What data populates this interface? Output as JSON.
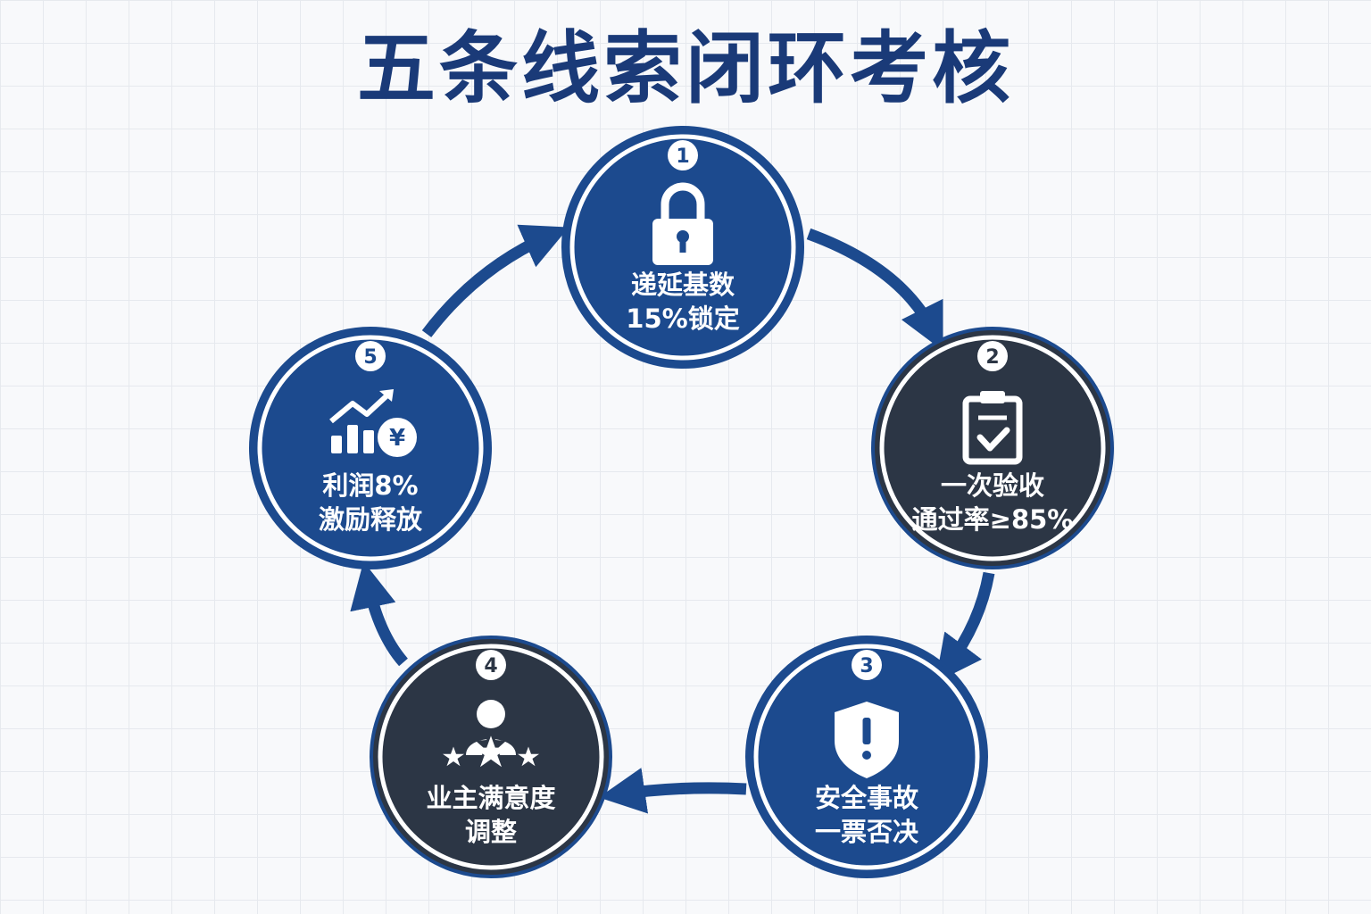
{
  "title": "五条线索闭环考核",
  "colors": {
    "title": "#1a3a78",
    "blue": "#1c4a8e",
    "dark": "#2c3645",
    "arrow": "#1c4a8e",
    "ring": "#ffffff",
    "outline": "#1c4a8e"
  },
  "steps": [
    {
      "number": "1",
      "line1": "递延基数",
      "line2": "15%锁定",
      "icon": "lock-icon",
      "theme": "blue"
    },
    {
      "number": "2",
      "line1": "一次验收",
      "line2": "通过率≥85%",
      "icon": "clipboard-check-icon",
      "theme": "dark"
    },
    {
      "number": "3",
      "line1": "安全事故",
      "line2": "一票否决",
      "icon": "shield-alert-icon",
      "theme": "blue"
    },
    {
      "number": "4",
      "line1": "业主满意度",
      "line2": "调整",
      "icon": "user-stars-icon",
      "theme": "dark"
    },
    {
      "number": "5",
      "line1": "利润8%",
      "line2": "激励释放",
      "icon": "chart-yen-icon",
      "theme": "blue"
    }
  ]
}
